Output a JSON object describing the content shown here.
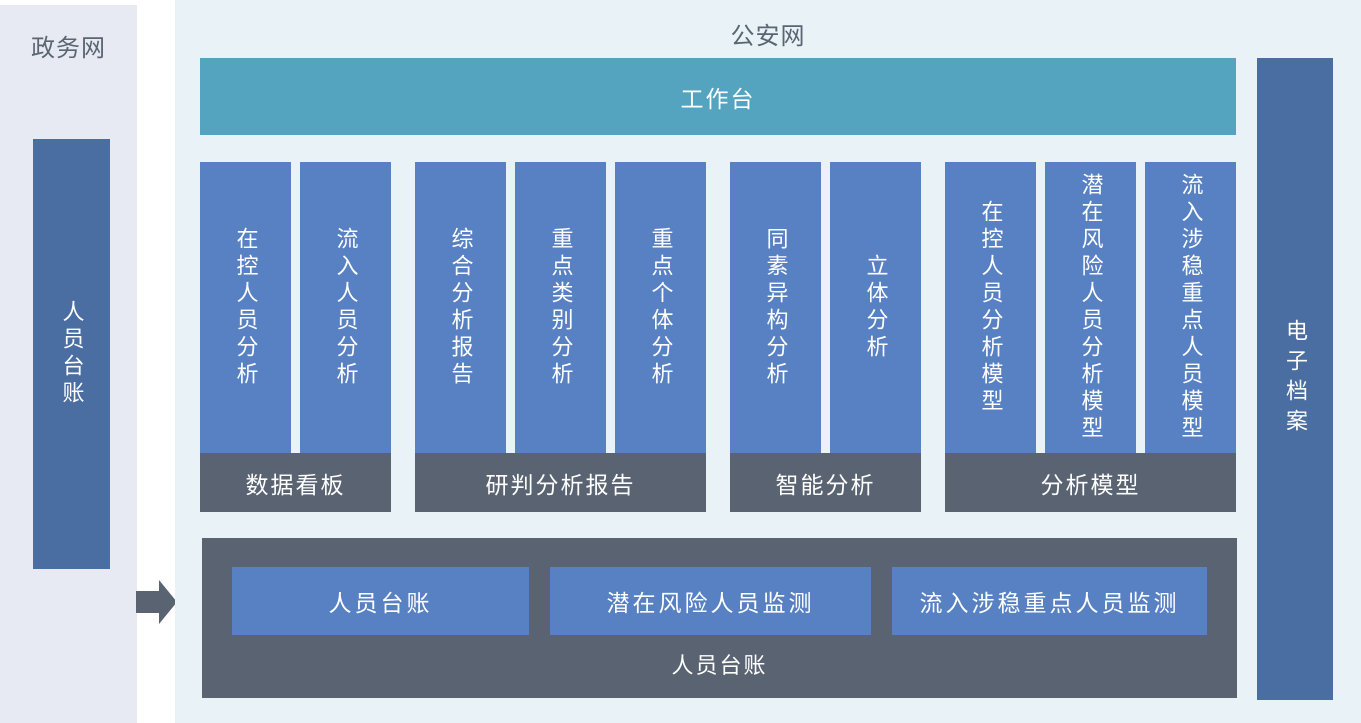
{
  "colors": {
    "gov_panel_bg": "#E7EAF3",
    "main_panel_bg": "#E9F2F6",
    "workbench_teal": "#54A4C0",
    "bar_blue": "#5881C4",
    "label_slate": "#596372",
    "side_bar_steel": "#4A6EA2",
    "title_gray": "#5A6572",
    "text_white": "#FFFFFF"
  },
  "gov_panel": {
    "title": "政务网",
    "bar_label": "人员台账"
  },
  "main_panel": {
    "title": "公安网",
    "workbench_label": "工作台",
    "groups": [
      {
        "label": "数据看板",
        "bars": [
          "在控人员分析",
          "流入人员分析"
        ]
      },
      {
        "label": "研判分析报告",
        "bars": [
          "综合分析报告",
          "重点类别分析",
          "重点个体分析"
        ]
      },
      {
        "label": "智能分析",
        "bars": [
          "同素异构分析",
          "立体分析"
        ]
      },
      {
        "label": "分析模型",
        "bars": [
          "在控人员分析模型",
          "潜在风险人员分析模型",
          "流入涉稳重点人员模型"
        ]
      }
    ],
    "bottom_panel": {
      "label": "人员台账",
      "buttons": [
        "人员台账",
        "潜在风险人员监测",
        "流入涉稳重点人员监测"
      ]
    },
    "right_bar_label": "电子档案"
  }
}
